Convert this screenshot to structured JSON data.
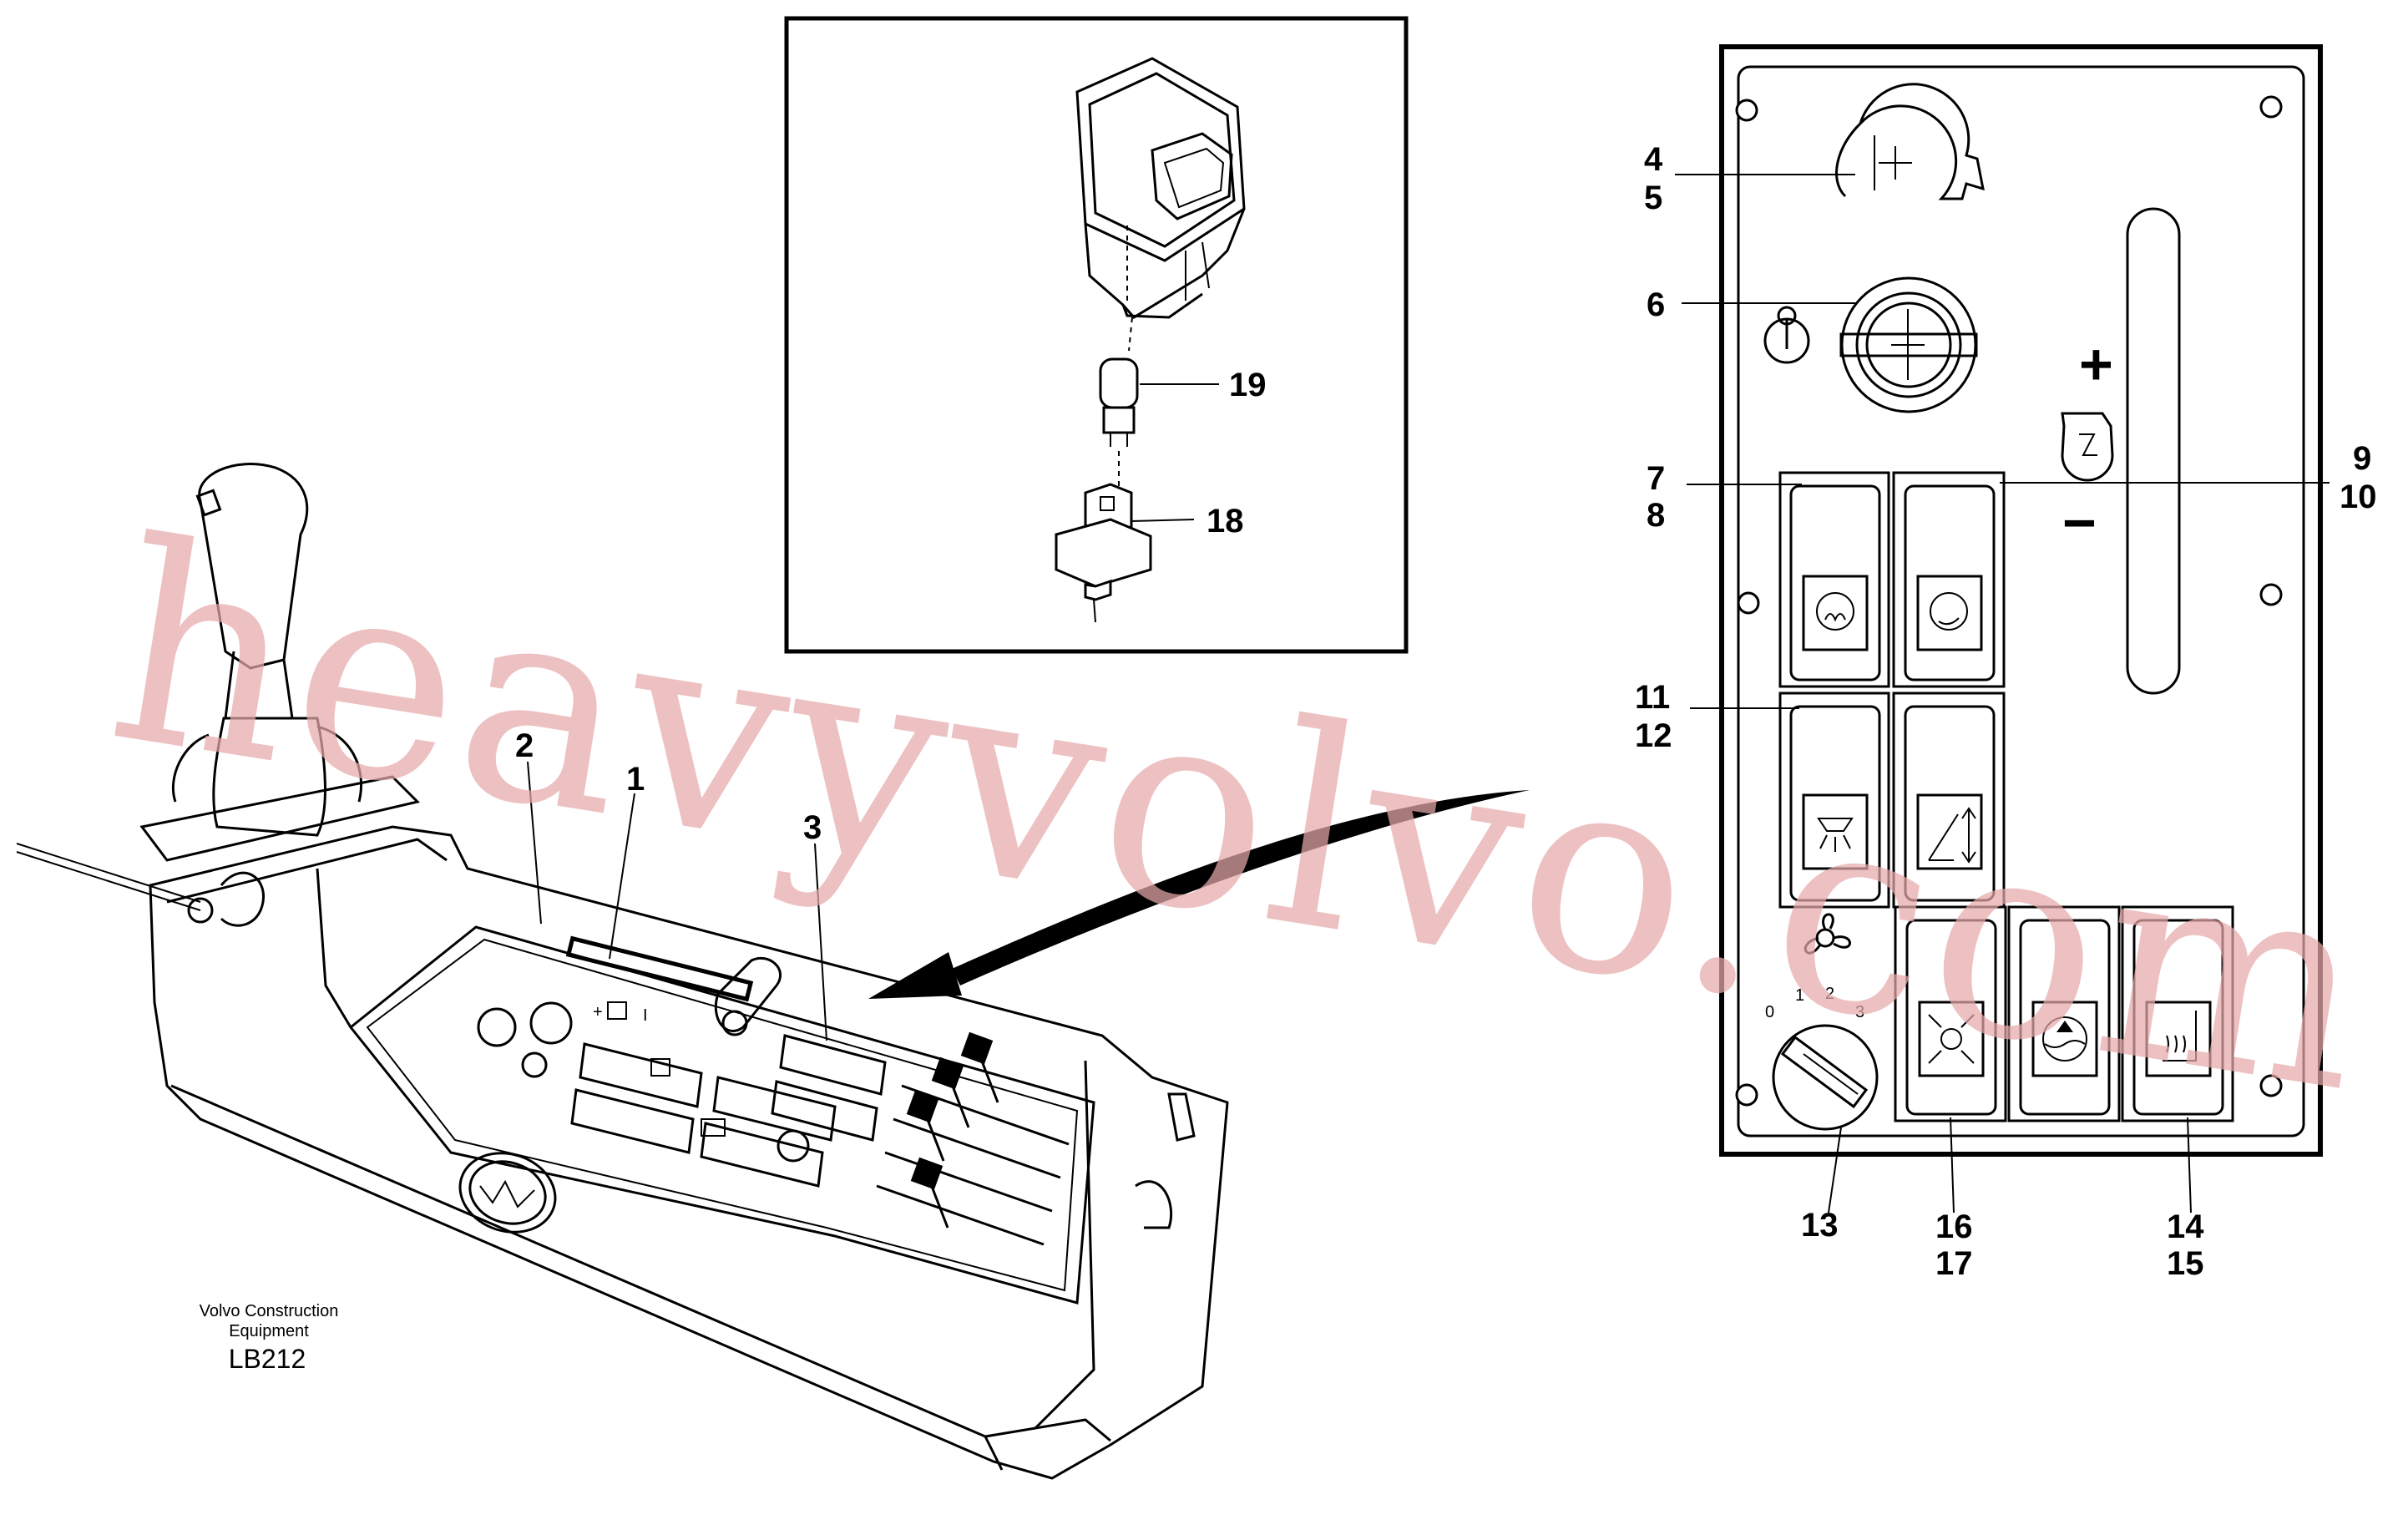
{
  "callouts": {
    "c1": "1",
    "c2": "2",
    "c3": "3",
    "c4": "4",
    "c5": "5",
    "c6": "6",
    "c7": "7",
    "c8": "8",
    "c9": "9",
    "c10": "10",
    "c11": "11",
    "c12": "12",
    "c13": "13",
    "c14": "14",
    "c15": "15",
    "c16": "16",
    "c17": "17",
    "c18": "18",
    "c19": "19"
  },
  "credit": {
    "line1": "Volvo Construction",
    "line2": "Equipment",
    "code": "LB212"
  },
  "watermark": {
    "text": "heavyvolvo.com",
    "color": "#e6a9ab"
  },
  "panel_symbols": {
    "plus": "+",
    "minus": "−",
    "fan_scale": [
      "0",
      "1",
      "2",
      "3"
    ]
  },
  "console_marks": {
    "plus": "+",
    "one": "I"
  }
}
